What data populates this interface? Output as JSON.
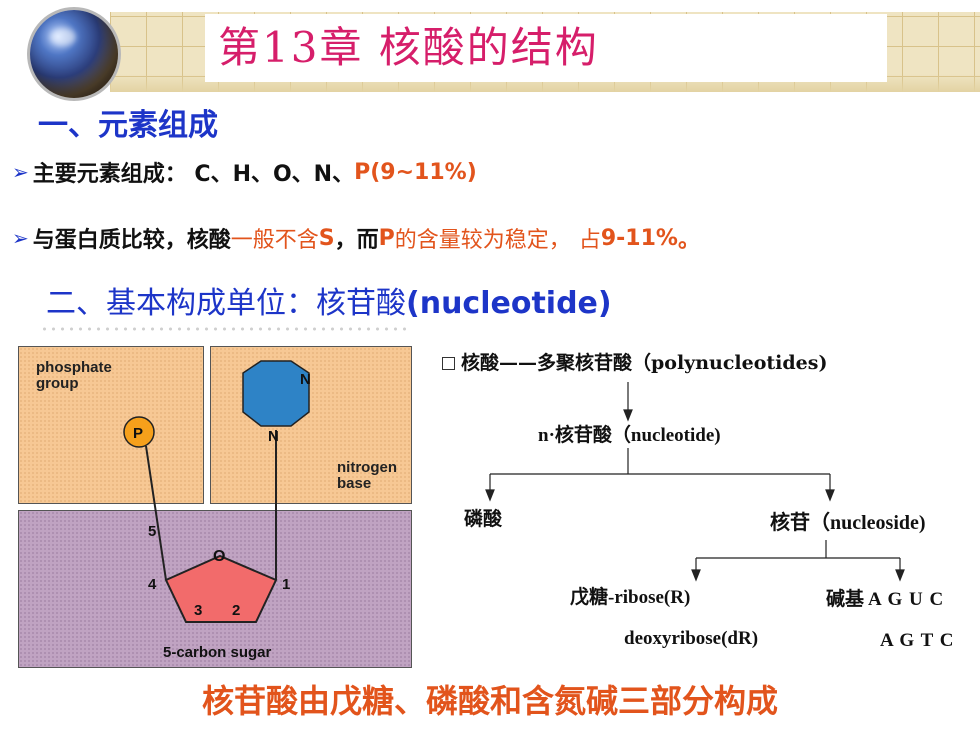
{
  "header": {
    "title": "第13章  核酸的结构"
  },
  "section1": {
    "heading": "一、元素组成",
    "bullet1": {
      "prefix": "主要元素组成：  C、H、O、N、",
      "highlight": "P(9~11%)"
    },
    "bullet2": {
      "part1": "与蛋白质比较，核酸",
      "part2": "一般不含",
      "part3": "S",
      "part4": "，而",
      "part5": "P",
      "part6": "的含量较为稳定，",
      "part7": "占",
      "part8": "9-11%",
      "part9": "。"
    }
  },
  "section2": {
    "heading_cn": "二、基本构成单位：核苷酸",
    "heading_en": "(nucleotide)"
  },
  "diagram": {
    "phosphate_label_line1": "phosphate",
    "phosphate_label_line2": "group",
    "phosphate_symbol": "P",
    "nitrogen_label_line1": "nitrogen",
    "nitrogen_label_line2": "base",
    "ring_n_top": "N",
    "ring_n_bottom": "N",
    "sugar_label": "5-carbon sugar",
    "ring_o": "O",
    "c1": "1",
    "c2": "2",
    "c3": "3",
    "c4": "4",
    "c5": "5"
  },
  "hierarchy": {
    "root": "核酸——多聚核苷酸（polynucleotides)",
    "level1": "n·核苷酸（nucleotide)",
    "left": "磷酸",
    "right": "核苷（nucleoside)",
    "sugar_r": "戊糖-ribose(R)",
    "sugar_dr": "deoxyribose(dR)",
    "base_label": "碱基",
    "base_rna": "A G  U C",
    "base_dna": "A G  T C"
  },
  "caption": "核苷酸由戊糖、磷酸和含氮碱三部分构成",
  "colors": {
    "title": "#d61e6a",
    "heading": "#1d35c8",
    "accent": "#e2541c"
  }
}
